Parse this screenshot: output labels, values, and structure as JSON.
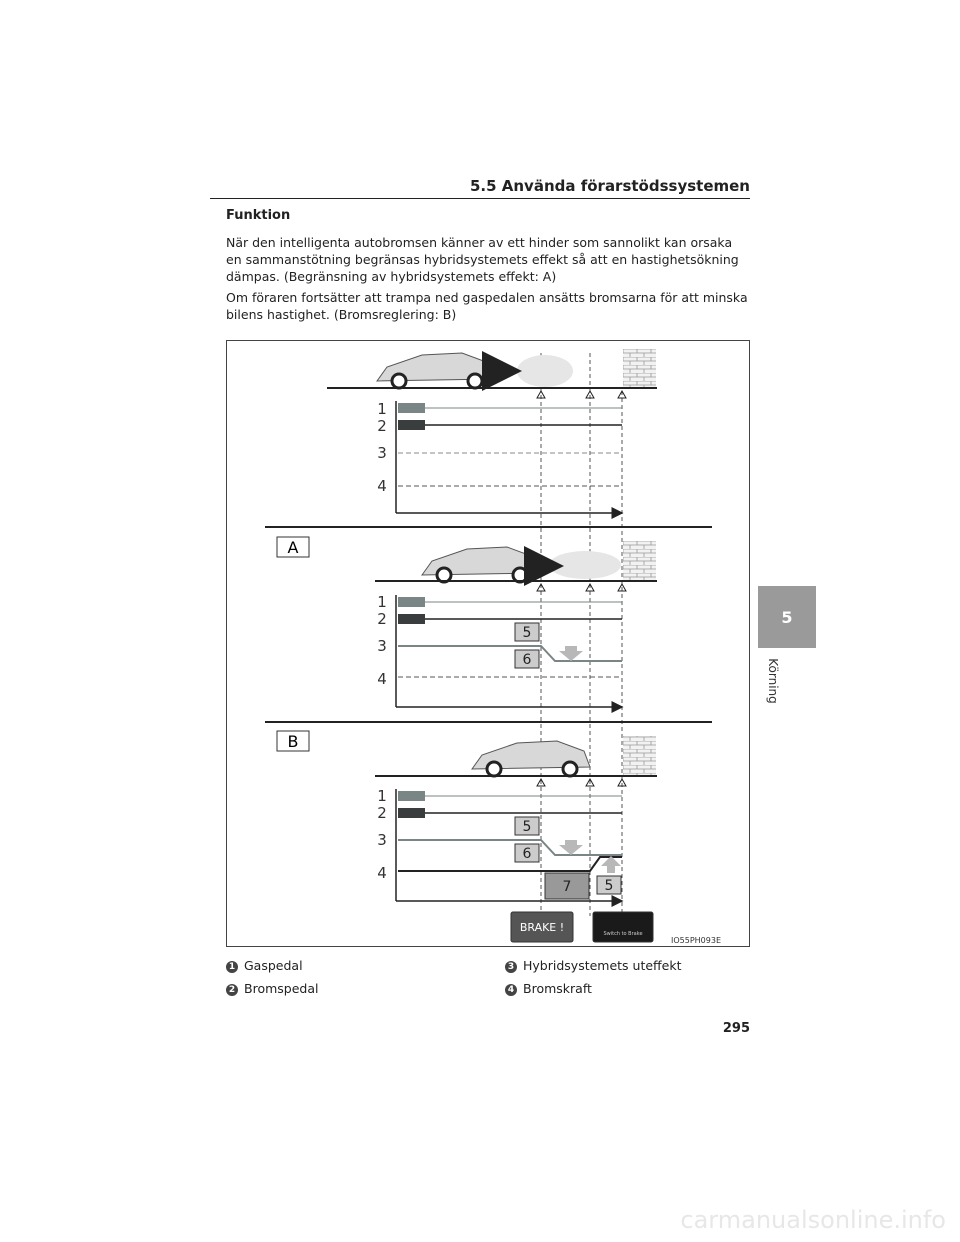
{
  "header": {
    "section_title": "5.5 Använda förarstödssystemen"
  },
  "heading": "Funktion",
  "paragraphs": [
    "När den intelligenta autobromsen känner av ett hinder som sannolikt kan orsaka en sammanstötning begränsas hybridsystemets effekt så att en hastighetsökning dämpas. (Begränsning av hybridsystemets effekt: A)",
    "Om föraren fortsätter att trampa ned gaspedalen ansätts bromsarna för att minska bilens hastighet. (Bromsreglering: B)"
  ],
  "figure": {
    "panel_labels": [
      "A",
      "B"
    ],
    "row_numbers": [
      "1",
      "2",
      "3",
      "4"
    ],
    "callouts": [
      "5",
      "6",
      "7"
    ],
    "brake_display": "BRAKE !",
    "switch_display": "Switch to Brake",
    "code": "IO55PH093E"
  },
  "legend": [
    {
      "num": "1",
      "label": "Gaspedal"
    },
    {
      "num": "2",
      "label": "Bromspedal"
    },
    {
      "num": "3",
      "label": "Hybridsystemets uteffekt"
    },
    {
      "num": "4",
      "label": "Bromskraft"
    }
  ],
  "side_tab": {
    "chapter": "5",
    "label": "Körning"
  },
  "page_number": "295",
  "watermark": "carmanualsonline.info",
  "colors": {
    "accel_bar": "#7a8585",
    "brake_bar": "#3a3d3d",
    "tab": "#9a9a9a"
  }
}
